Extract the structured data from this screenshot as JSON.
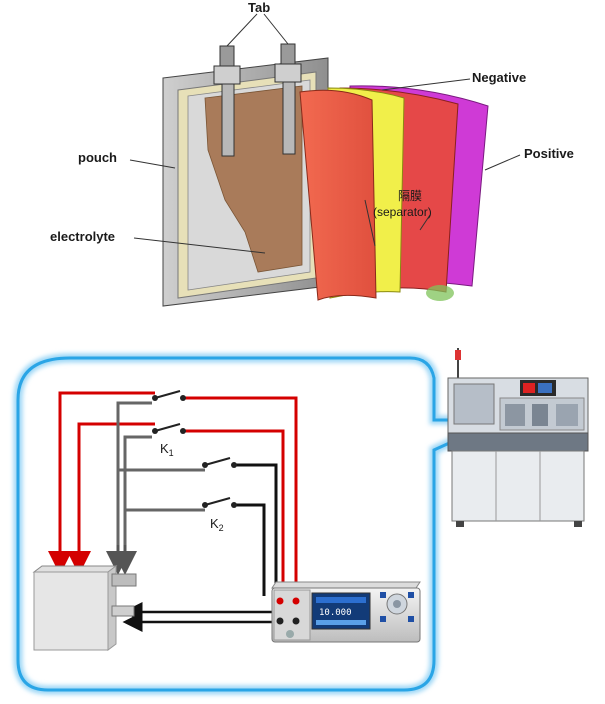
{
  "battery_diagram": {
    "labels": {
      "tab": "Tab",
      "negative": "Negative",
      "pouch": "pouch",
      "positive": "Positive",
      "separator_cn": "隔膜",
      "separator_en": "(separator)",
      "electrolyte": "electrolyte"
    }
  },
  "circuit_diagram": {
    "switch_labels": {
      "k1": "K",
      "k1_sub": "1",
      "k2": "K",
      "k2_sub": "2"
    },
    "meter_display_value": "10.000",
    "colors": {
      "red_wire": "#d40000",
      "gray_wire": "#6b6b6b",
      "black_wire": "#111111",
      "frame_blue": "#2aa5e6"
    }
  }
}
